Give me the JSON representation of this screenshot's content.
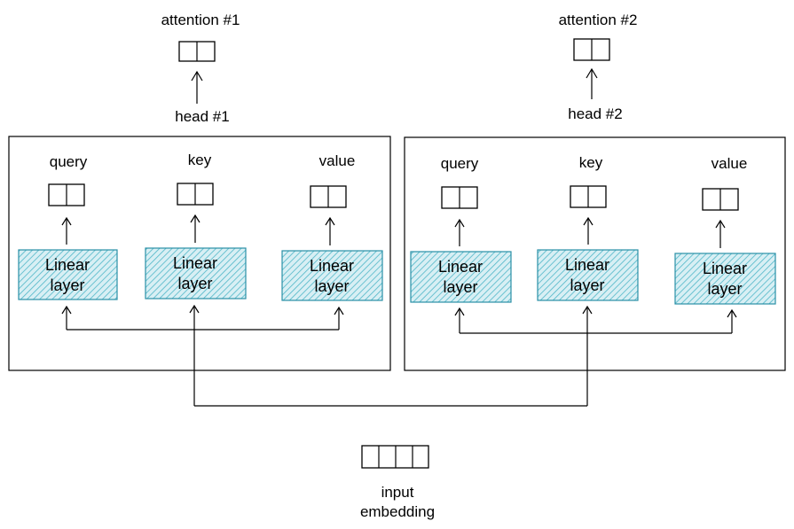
{
  "colors": {
    "linear_fill": "#d8eff4",
    "linear_hatch": "#4fb6c8",
    "linear_border": "#2a8fa6",
    "stroke": "#000000"
  },
  "input": {
    "label_line1": "input",
    "label_line2": "embedding",
    "cells": 4
  },
  "heads": [
    {
      "head_label": "head #1",
      "attention_label": "attention #1",
      "query_label": "query",
      "key_label": "key",
      "value_label": "value",
      "linear_line1": "Linear",
      "linear_line2": "layer"
    },
    {
      "head_label": "head #2",
      "attention_label": "attention #2",
      "query_label": "query",
      "key_label": "key",
      "value_label": "value",
      "linear_line1": "Linear",
      "linear_line2": "layer"
    }
  ]
}
